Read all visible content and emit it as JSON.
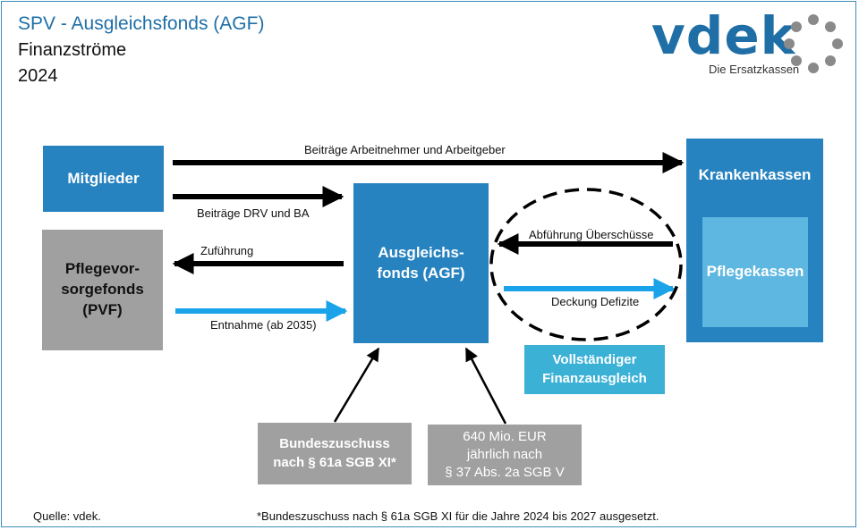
{
  "header": {
    "title": "SPV - Ausgleichsfonds (AGF)",
    "subtitle": "Finanzströme",
    "year": "2024"
  },
  "logo": {
    "word": "vdek",
    "tagline": "Die Ersatzkassen",
    "color": "#1f6fa6"
  },
  "nodes": {
    "mitglieder": "Mitglieder",
    "pvf": "Pflegevor-\nsorgefonds\n(PVF)",
    "agf": "Ausgleichs-\nfonds (AGF)",
    "krankenkassen": "Krankenkassen",
    "pflegekassen": "Pflegekassen",
    "finanzausgleich": "Vollständiger\nFinanzausgleich",
    "bundeszuschuss": "Bundeszuschuss\nnach § 61a SGB XI*",
    "mio": "640 Mio. EUR\njährlich nach\n§ 37 Abs. 2a SGB V"
  },
  "flows": {
    "beitraege_an_ag": "Beiträge Arbeitnehmer und Arbeitgeber",
    "beitraege_drv": "Beiträge DRV und BA",
    "zufuehrung": "Zuführung",
    "entnahme": "Entnahme (ab 2035)",
    "abfuehrung": "Abführung Überschüsse",
    "deckung": "Deckung Defizite"
  },
  "colors": {
    "box_blue": "#2783c0",
    "box_grey": "#a0a0a0",
    "box_light": "#5db7e0",
    "box_teal": "#3bb1d6",
    "arrow_black": "#000000",
    "arrow_cyan": "#1aa3e8"
  },
  "footer": {
    "source": "Quelle: vdek.",
    "note": "*Bundeszuschuss  nach § 61a SGB XI für die Jahre 2024 bis 2027 ausgesetzt."
  }
}
